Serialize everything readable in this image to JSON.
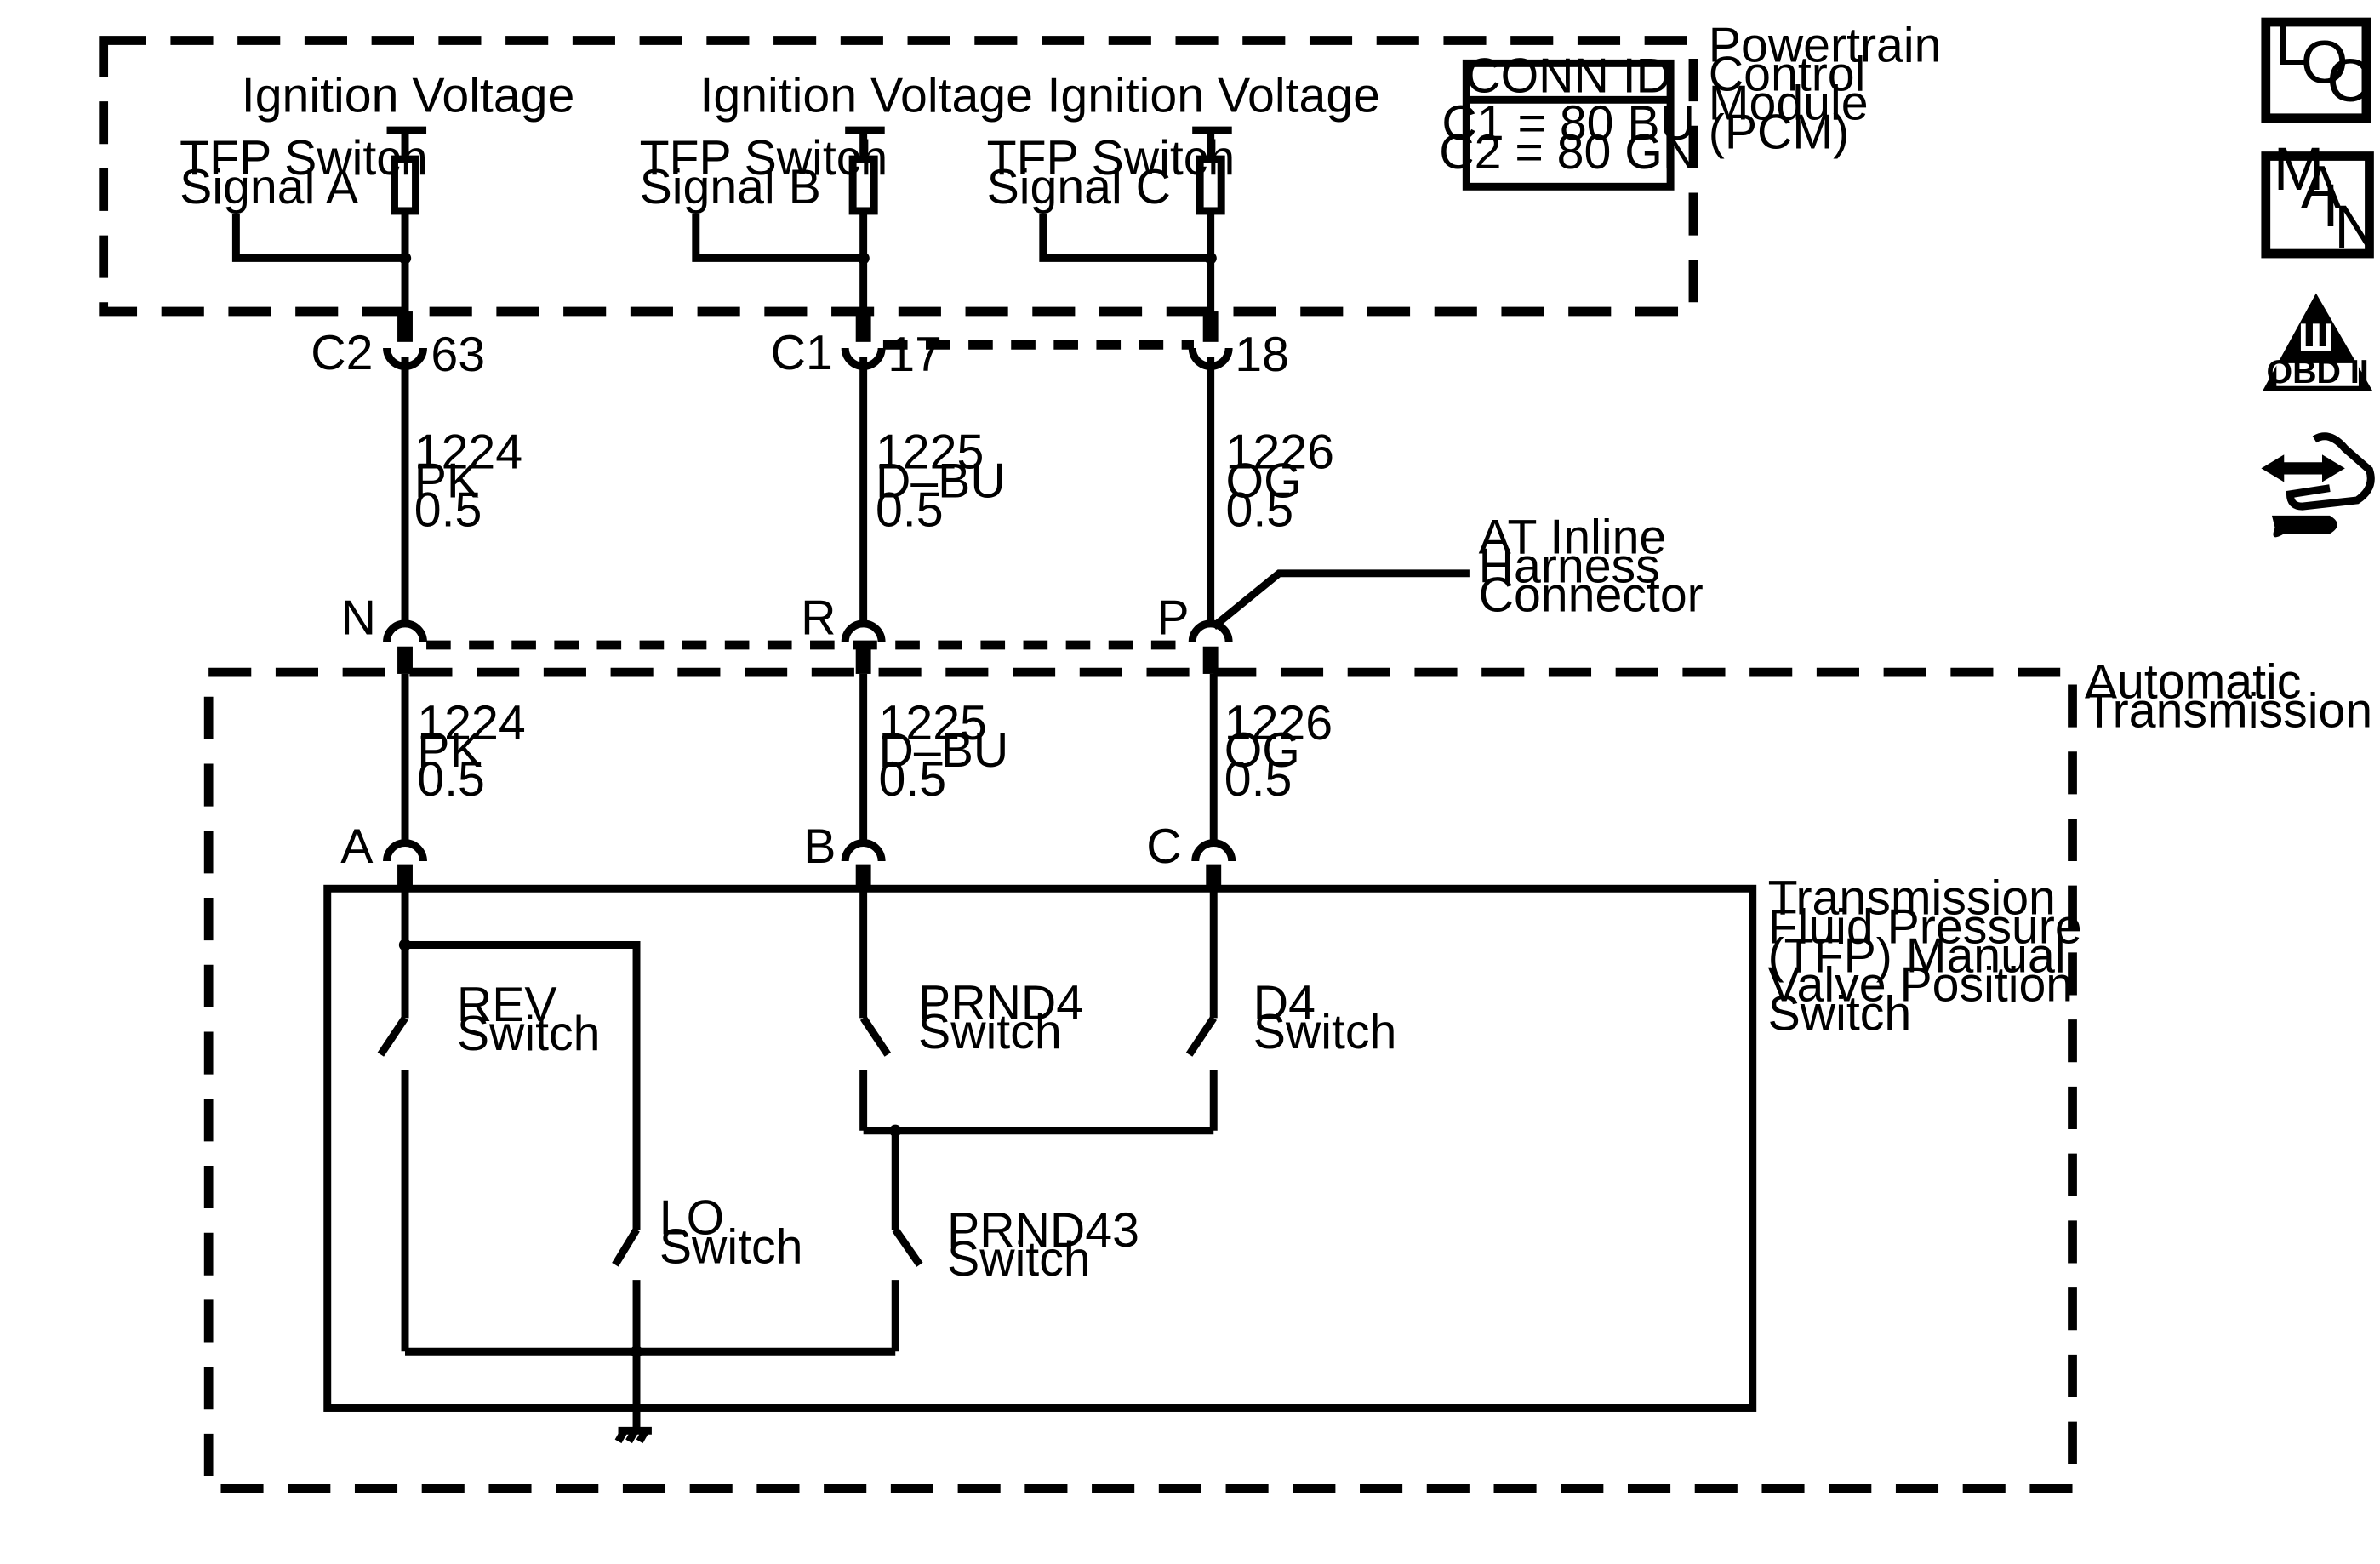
{
  "pcm": {
    "title_lines": [
      "Powertrain",
      "Control",
      "Module",
      "(PCM)"
    ],
    "conn_id": {
      "header": "CONN ID",
      "rows": [
        "C1 = 80 BU",
        "C2 = 80 GN"
      ]
    },
    "circuits": [
      {
        "voltage": "Ignition Voltage",
        "signal_lines": [
          "TFP Switch",
          "Signal A"
        ],
        "connector": "C2",
        "pin": "63"
      },
      {
        "voltage": "Ignition Voltage",
        "signal_lines": [
          "TFP Switch",
          "Signal B"
        ],
        "connector": "C1",
        "pin": "17"
      },
      {
        "voltage": "Ignition Voltage",
        "signal_lines": [
          "TFP Switch",
          "Signal C"
        ],
        "connector": "",
        "pin": "18"
      }
    ]
  },
  "wires_upper": [
    {
      "circuit": "1224",
      "color": "PK",
      "size": "0.5"
    },
    {
      "circuit": "1225",
      "color": "D–BU",
      "size": "0.5"
    },
    {
      "circuit": "1226",
      "color": "OG",
      "size": "0.5"
    }
  ],
  "inline_connector": {
    "label_lines": [
      "AT Inline",
      "Harness",
      "Connector"
    ],
    "pins": [
      "N",
      "R",
      "P"
    ]
  },
  "transmission": {
    "title_lines": [
      "Automatic",
      "Transmission"
    ]
  },
  "wires_lower": [
    {
      "circuit": "1224",
      "color": "PK",
      "size": "0.5"
    },
    {
      "circuit": "1225",
      "color": "D–BU",
      "size": "0.5"
    },
    {
      "circuit": "1226",
      "color": "OG",
      "size": "0.5"
    }
  ],
  "tfp_switch": {
    "title_lines": [
      "Transmission",
      "Fluid Pressure",
      "(TFP) Manual",
      "Valve Position",
      "Switch"
    ],
    "pins": [
      "A",
      "B",
      "C"
    ],
    "switches": [
      {
        "lines": [
          "REV",
          "Switch"
        ]
      },
      {
        "lines": [
          "PRND4",
          "Switch"
        ]
      },
      {
        "lines": [
          "D4",
          "Switch"
        ]
      },
      {
        "lines": [
          "LO",
          "Switch"
        ]
      },
      {
        "lines": [
          "PRND43",
          "Switch"
        ]
      }
    ]
  },
  "nav_icons": {
    "loc": [
      "L",
      "O",
      "C"
    ],
    "main": [
      "M",
      "A",
      "I",
      "N"
    ],
    "obd": {
      "numeral": "II",
      "label": "OBD II"
    }
  }
}
